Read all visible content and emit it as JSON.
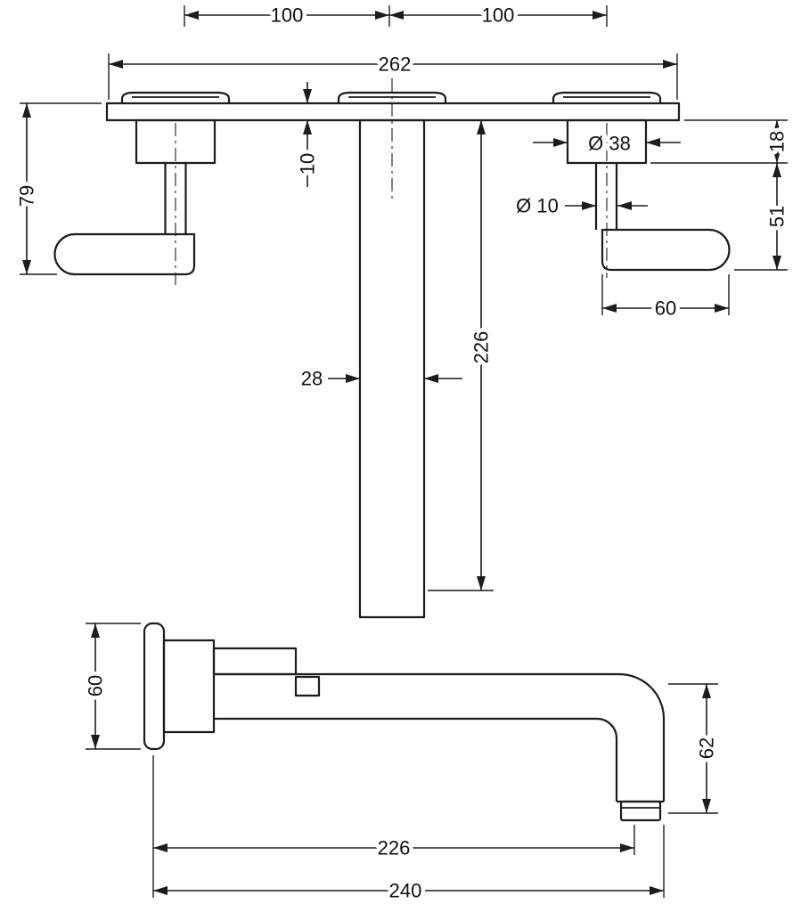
{
  "drawing": {
    "line_color": "#1c1c1c",
    "background_color": "#ffffff"
  },
  "labels": {
    "spacing_left": "100",
    "spacing_right": "100",
    "total_width": "262",
    "plate_thickness": "10",
    "handle_height": "79",
    "sleeve_diameter": "Ø 38",
    "sleeve_height": "18",
    "stem_diameter": "Ø 10",
    "lever_length": "51",
    "lever_reach": "60",
    "spout_width": "28",
    "spout_length": "226",
    "escutcheon_height": "60",
    "spout_drop": "62",
    "reach_to_aerator": "226",
    "reach_overall": "240"
  }
}
